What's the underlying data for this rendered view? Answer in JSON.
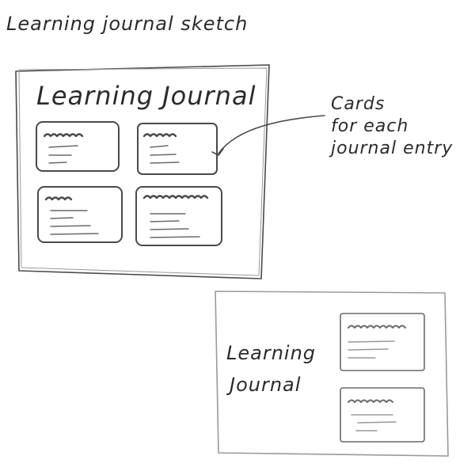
{
  "sketch_title": "Learning journal sketch",
  "wireframe_a": {
    "title": "Learning Journal",
    "card_count": 4
  },
  "annotation": {
    "lines": [
      "Cards",
      "for each",
      "journal entry"
    ]
  },
  "wireframe_b": {
    "title_line_1": "Learning",
    "title_line_2": "Journal",
    "card_count": 2
  },
  "colors": {
    "pencil": "#4a4a4a",
    "paper": "#ffffff"
  }
}
